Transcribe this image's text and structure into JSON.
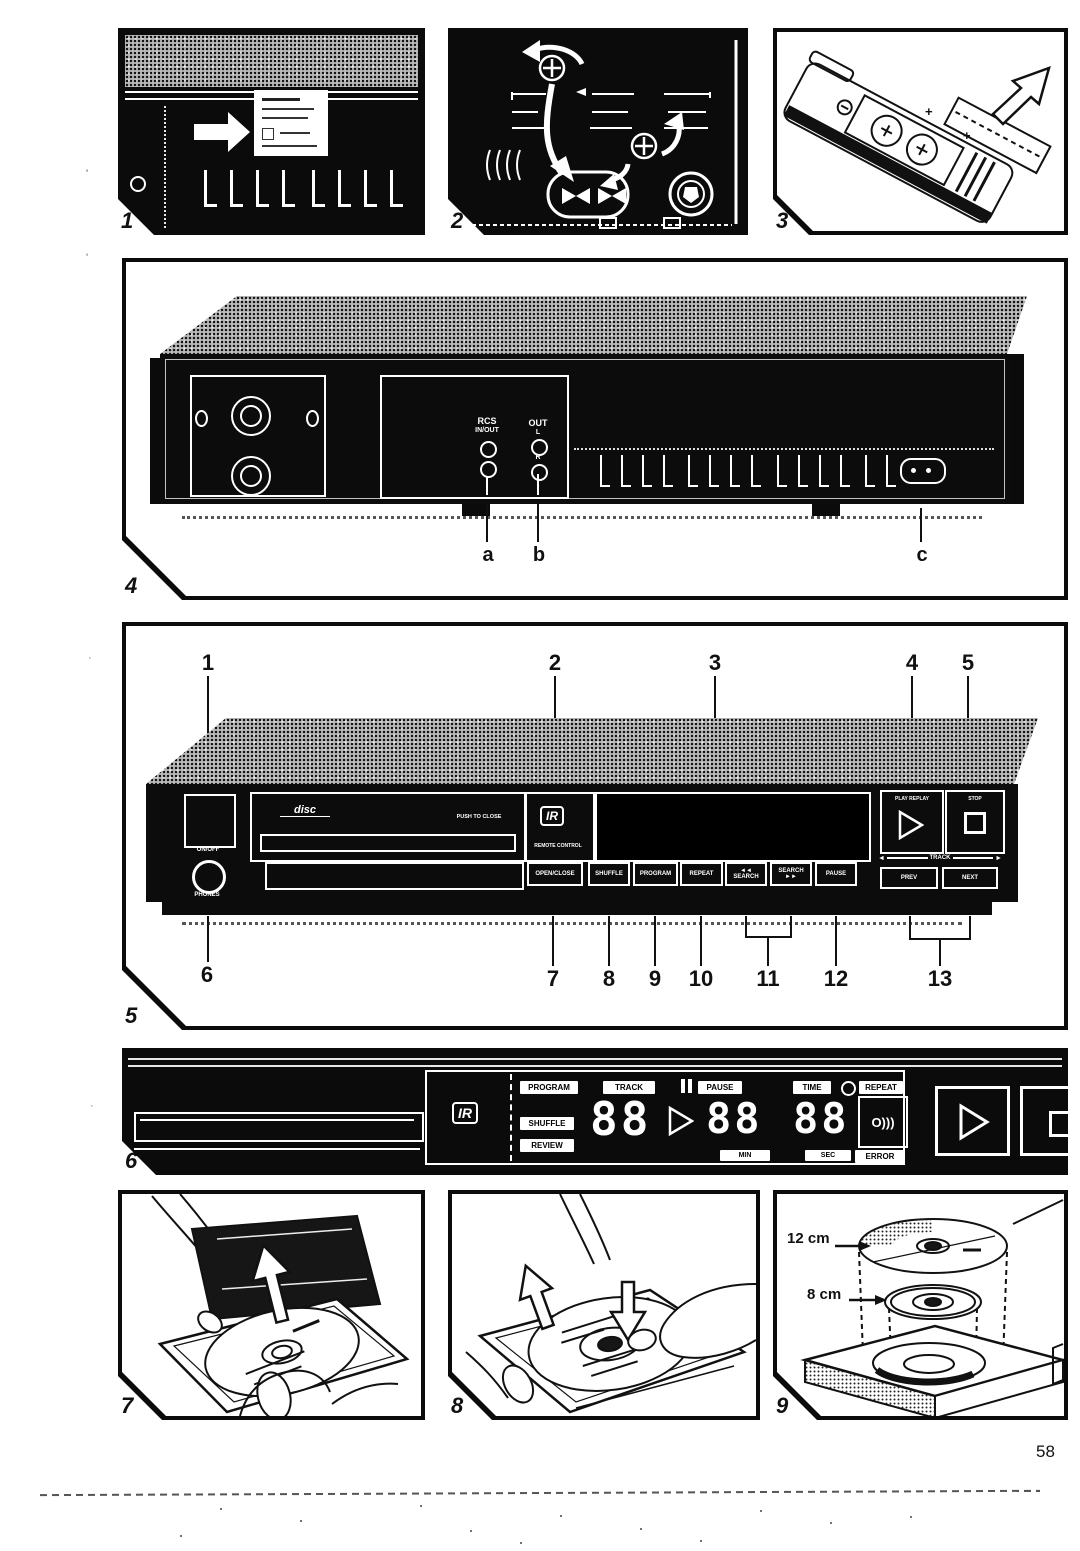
{
  "page": {
    "number": "58"
  },
  "icons": {
    "arrow_left": "◄",
    "arrow_right": "►"
  },
  "fig1": {
    "num": "1"
  },
  "fig2": {
    "num": "2"
  },
  "fig3": {
    "num": "3"
  },
  "fig4": {
    "num": "4",
    "rcs_label": "RCS",
    "rcs_sub": "IN/OUT",
    "out_label": "OUT",
    "out_l": "L",
    "out_r": "R",
    "callout_a": "a",
    "callout_b": "b",
    "callout_c": "c"
  },
  "fig5": {
    "num": "5",
    "c1": "1",
    "c2": "2",
    "c3": "3",
    "c4": "4",
    "c5": "5",
    "c6": "6",
    "c7": "7",
    "c8": "8",
    "c9": "9",
    "c10": "10",
    "c11": "11",
    "c12": "12",
    "c13": "13",
    "onoff": "ON/OFF",
    "phones": "PHONES",
    "disc_logo": "disc",
    "push_to_close": "PUSH TO CLOSE",
    "ir_logo": "IR",
    "remote_control": "REMOTE CONTROL",
    "open_close": "OPEN/CLOSE",
    "shuffle": "SHUFFLE",
    "program": "PROGRAM",
    "repeat": "REPEAT",
    "search_back": "◄◄ SEARCH",
    "search_fwd": "SEARCH ►►",
    "pause": "PAUSE",
    "play_replay": "PLAY REPLAY",
    "stop": "STOP",
    "track": "TRACK",
    "prev": "PREV",
    "next": "NEXT"
  },
  "fig6": {
    "num": "6",
    "ir_logo": "IR",
    "program": "PROGRAM",
    "shuffle": "SHUFFLE",
    "review": "REVIEW",
    "track": "TRACK",
    "pause": "PAUSE",
    "time": "TIME",
    "repeat": "REPEAT",
    "min": "MIN",
    "sec": "SEC",
    "error": "ERROR",
    "track_digits": "88",
    "min_digits": "88",
    "sec_digits": "88",
    "beam": "O)))"
  },
  "fig7": {
    "num": "7"
  },
  "fig8": {
    "num": "8"
  },
  "fig9": {
    "num": "9",
    "size_12": "12 cm",
    "size_8": "8 cm"
  }
}
